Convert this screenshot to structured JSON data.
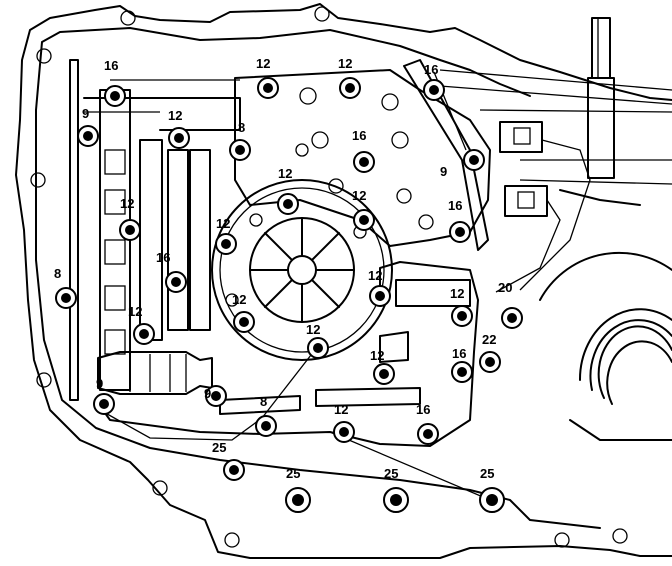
{
  "figure": {
    "callout_labels": [
      "16",
      "12",
      "12",
      "16",
      "9",
      "12",
      "8",
      "16",
      "9",
      "12",
      "12",
      "12",
      "16",
      "16",
      "12",
      "8",
      "12",
      "12",
      "12",
      "20",
      "12",
      "12",
      "22",
      "12",
      "16",
      "9",
      "9",
      "8",
      "12",
      "16",
      "25",
      "25",
      "25",
      "25"
    ]
  }
}
